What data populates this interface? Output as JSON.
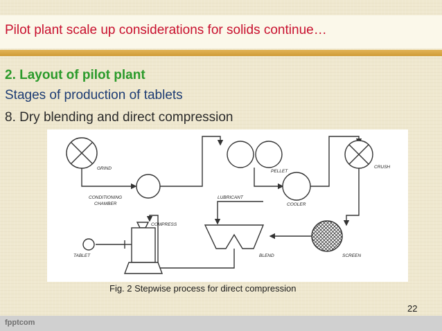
{
  "slide": {
    "title": "Pilot plant scale up considerations for solids continue…",
    "lines": [
      "2. Layout of pilot plant",
      "Stages of production of tablets",
      "8. Dry blending and direct compression"
    ],
    "caption": "Fig. 2 Stepwise process for direct compression",
    "page_number": "22"
  },
  "diagram": {
    "labels": {
      "grind": "GRIND",
      "conditioning_1": "CONDITIONING",
      "conditioning_2": "CHAMBER",
      "pellet": "PELLET",
      "crush": "CRUSH",
      "cooler": "COOLER",
      "lubricant": "LUBRICANT",
      "compress": "COMPRESS",
      "tablet": "TABLET",
      "blend": "BLEND",
      "screen": "SCREEN"
    }
  },
  "footer": {
    "watermark": "fpptcom"
  },
  "colors": {
    "title": "#c8102e",
    "subheading": "#2a9a2a",
    "body_blue": "#1c3b73",
    "accent_rule": "#d9a640"
  }
}
